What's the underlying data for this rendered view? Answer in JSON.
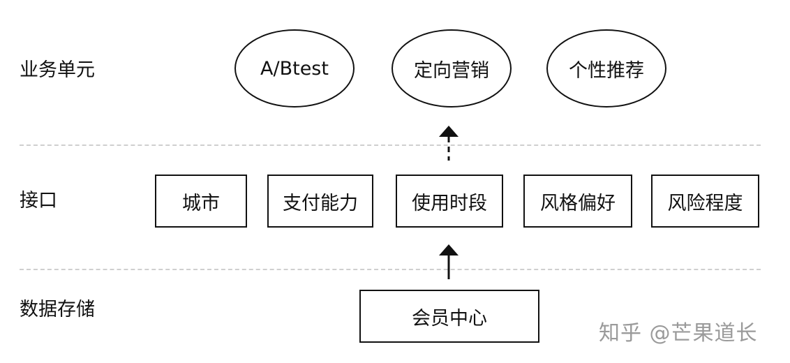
{
  "layers": {
    "business": "业务单元",
    "interface": "接口",
    "storage": "数据存储"
  },
  "business_units": [
    "A/Btest",
    "定向营销",
    "个性推荐"
  ],
  "interfaces": [
    "城市",
    "支付能力",
    "使用时段",
    "风格偏好",
    "风险程度"
  ],
  "storage_node": "会员中心",
  "watermark": "知乎 @芒果道长",
  "colors": {
    "stroke": "#111111",
    "divider": "#cfcfcf",
    "watermark": "#9a9a9a",
    "background": "#ffffff"
  }
}
